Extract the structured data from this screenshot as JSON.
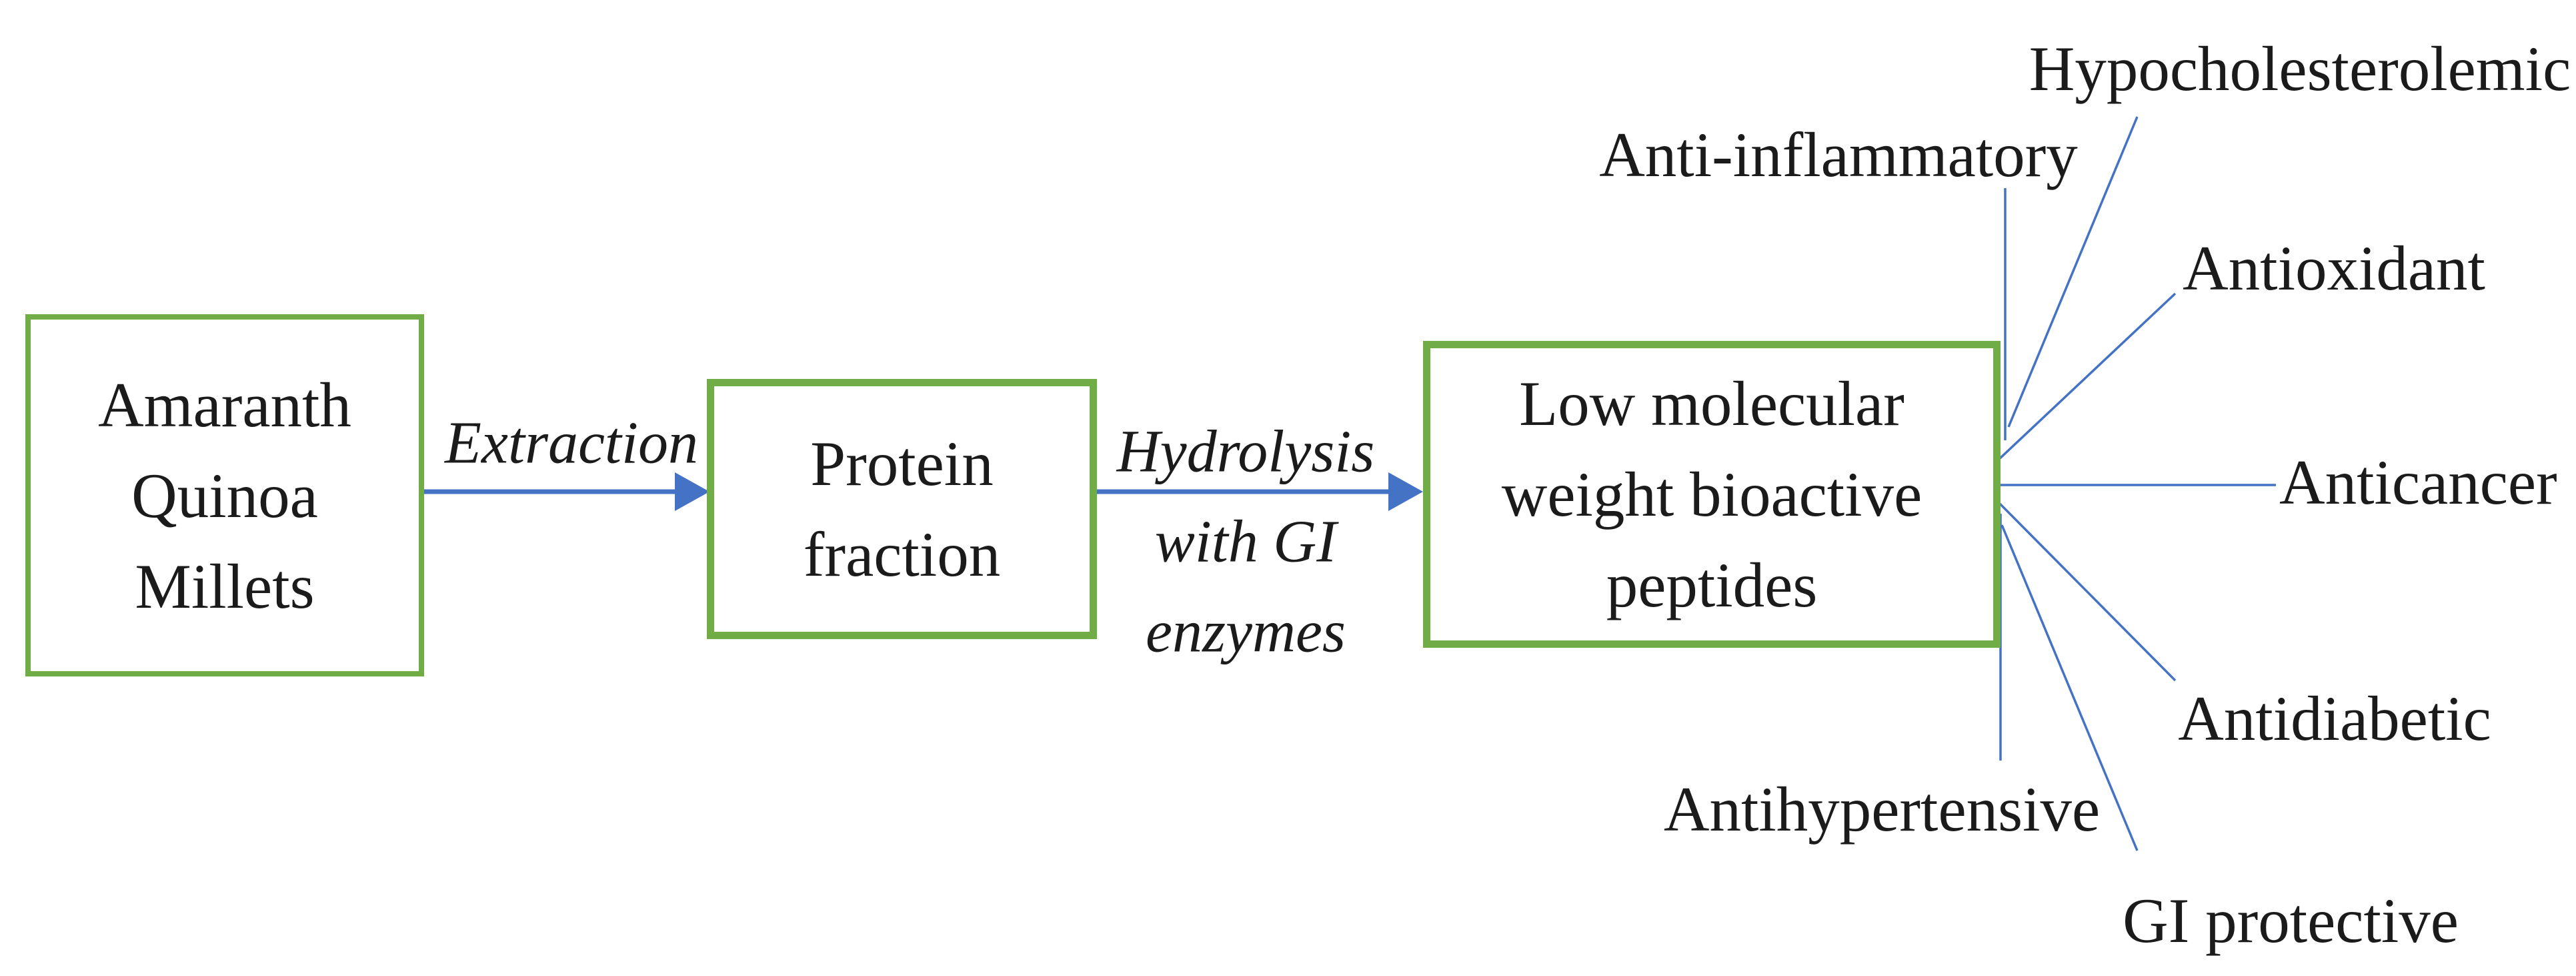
{
  "figure": {
    "type": "flow-diagram",
    "description": "Extraction and hydrolysis of pseudocereal proteins into low molecular weight bioactive peptides and their bioactivities"
  },
  "boxes": {
    "source": {
      "lines": [
        "Amaranth",
        "Quinoa",
        "Millets"
      ]
    },
    "protein": {
      "lines": [
        "Protein",
        "fraction"
      ]
    },
    "peptides": {
      "lines": [
        "Low molecular",
        "weight bioactive",
        "peptides"
      ]
    }
  },
  "arrows": {
    "extraction": {
      "label": "Extraction"
    },
    "hydrolysis": {
      "lines": [
        "Hydrolysis",
        "with GI",
        "enzymes"
      ]
    }
  },
  "activities": [
    "Hypocholesterolemic",
    "Anti-inflammatory",
    "Antioxidant",
    "Anticancer",
    "Antidiabetic",
    "Antihypertensive",
    "GI protective"
  ],
  "colors": {
    "box_border": "#70AD47",
    "connector": "#4472C4",
    "text": "#1b1b1b",
    "background": "#ffffff"
  }
}
